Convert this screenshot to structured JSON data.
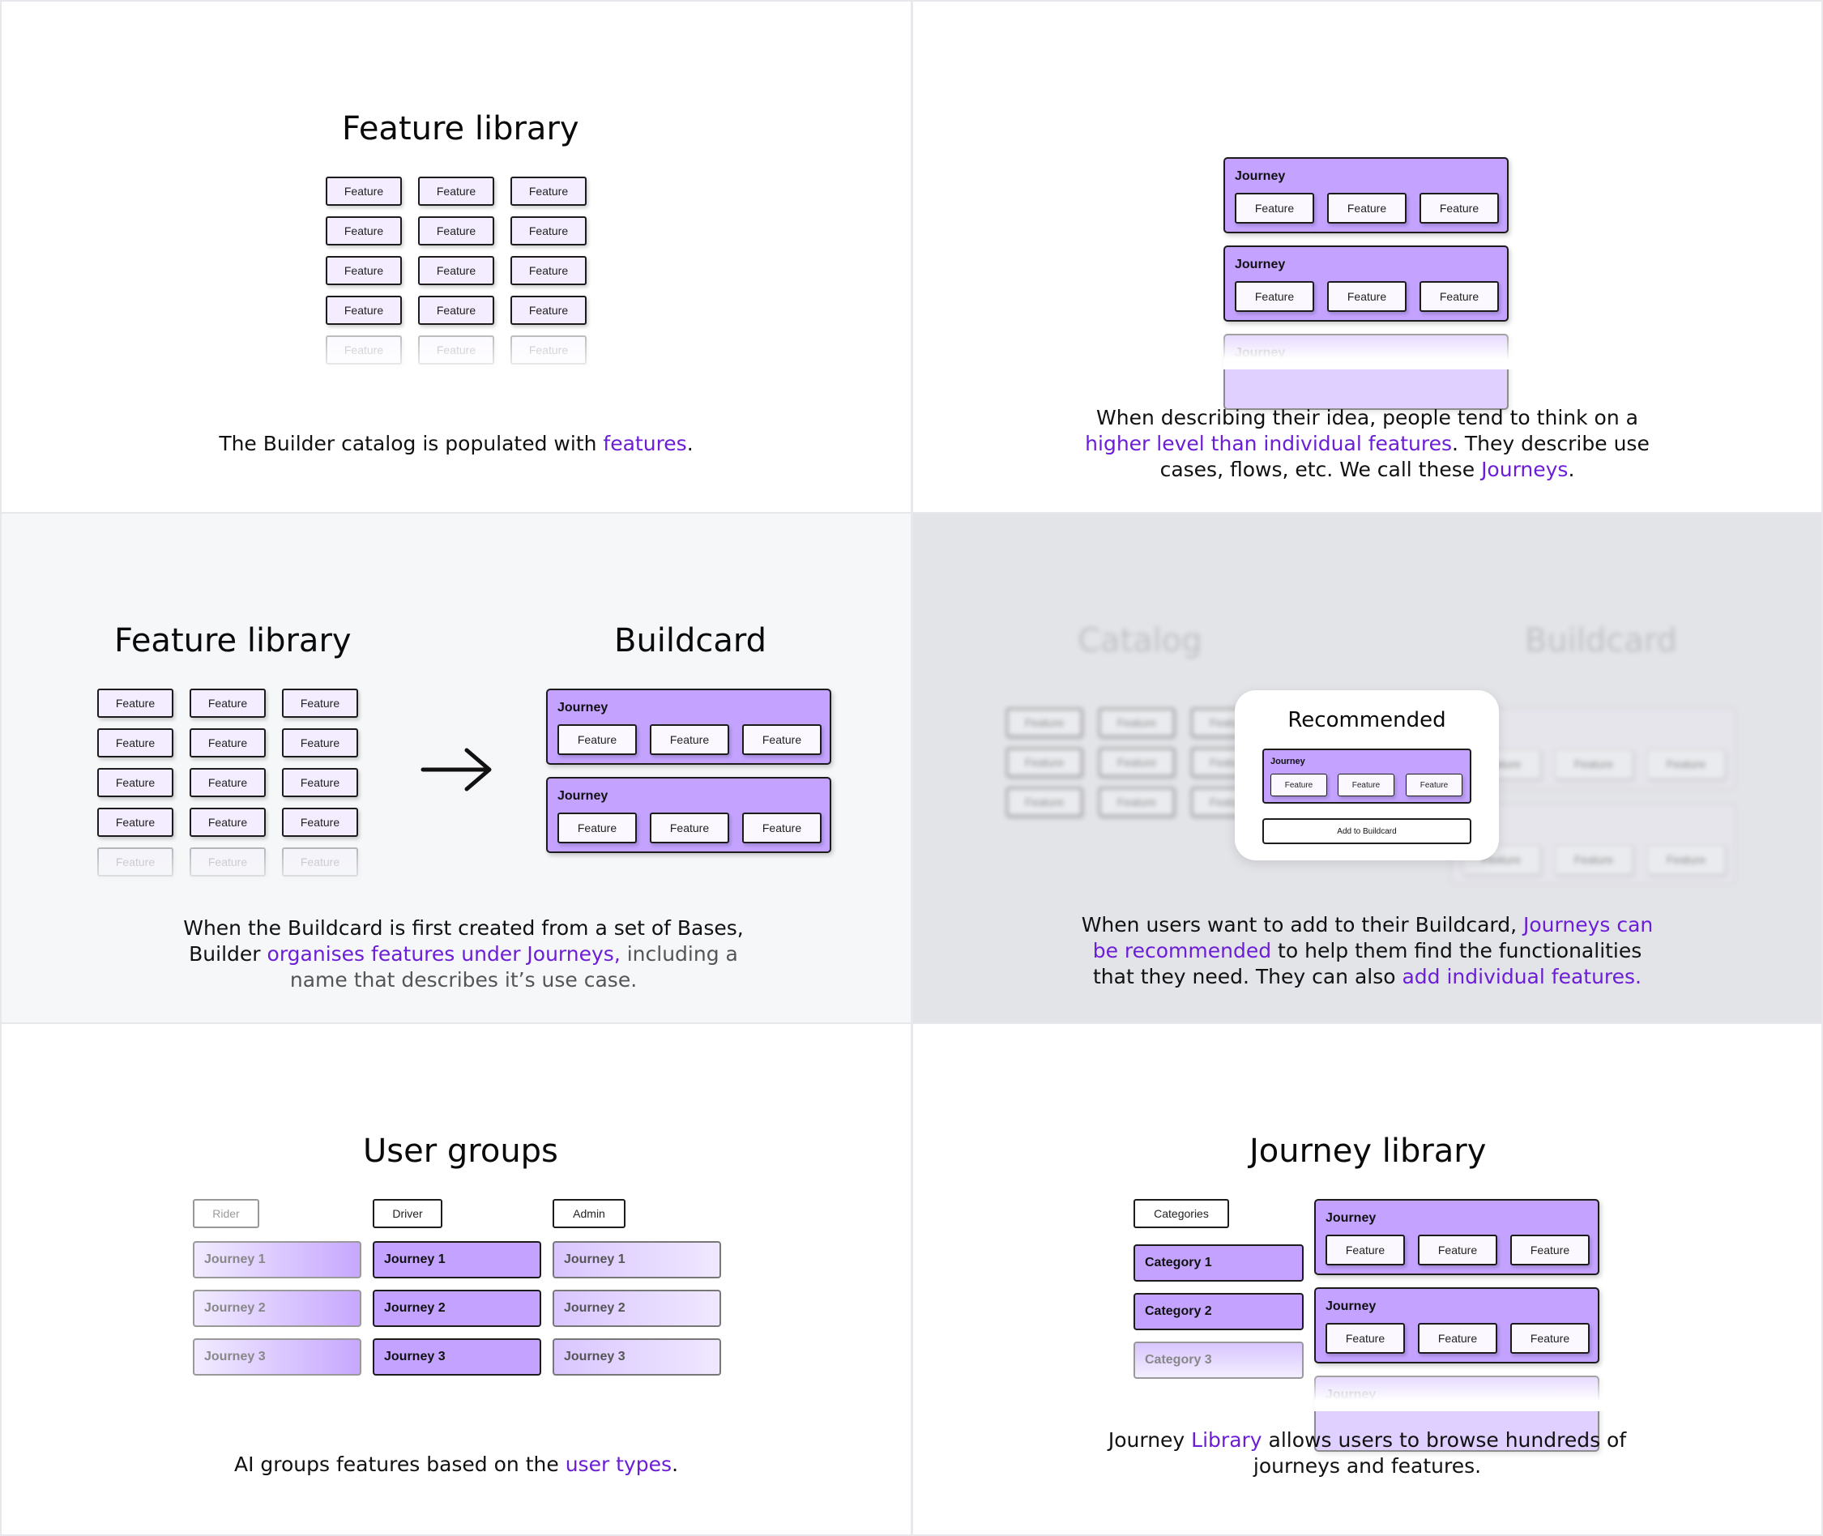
{
  "feature_label": "Feature",
  "journey_label": "Journey",
  "panel1": {
    "title": "Feature library",
    "caption_pre": "The Builder catalog is populated with ",
    "caption_hl": "features",
    "caption_post": "."
  },
  "panel2": {
    "caption_l1": "When describing their idea, people tend to think on a",
    "caption_hl1": "higher level than individual features",
    "caption_l2_post": ". They describe use",
    "caption_l3_pre": "cases, flows, etc. We call these ",
    "caption_hl2": "Journeys",
    "caption_l3_post": "."
  },
  "panel3": {
    "title_left": "Feature library",
    "title_right": "Buildcard",
    "caption_l1": "When the Buildcard is first created from a set of Bases,",
    "caption_l2_pre": "Builder ",
    "caption_hl": "organises features under Journeys,",
    "caption_l2_post": " including a",
    "caption_l3": "name that describes it’s use case."
  },
  "panel4": {
    "bg_title_left": "Catalog",
    "bg_title_right": "Buildcard",
    "card_title": "Recommended",
    "card_button": "Add to Buildcard",
    "caption_l1_pre": "When users want to add to their Buildcard, ",
    "caption_hl1a": "Journeys can",
    "caption_hl1b": "be recommended",
    "caption_l2_post": " to help them find the functionalities",
    "caption_l3_pre": "that they need. They can also ",
    "caption_hl2": "add individual features."
  },
  "panel5": {
    "title": "User groups",
    "groups": [
      "Rider",
      "Driver",
      "Admin"
    ],
    "journeys": [
      "Journey 1",
      "Journey 2",
      "Journey 3"
    ],
    "caption_pre": "AI groups features based on the ",
    "caption_hl": "user types",
    "caption_post": "."
  },
  "panel6": {
    "title": "Journey library",
    "categories_label": "Categories",
    "categories": [
      "Category 1",
      "Category 2",
      "Category 3"
    ],
    "caption_pre": "Journey ",
    "caption_hl": "Library",
    "caption_post": " allows users to browse hundreds of",
    "caption_l2": "journeys and features."
  },
  "colors": {
    "accent": "#6c1ed6",
    "journey_fill": "#c3a3ff",
    "feature_fill": "#f3edff"
  }
}
